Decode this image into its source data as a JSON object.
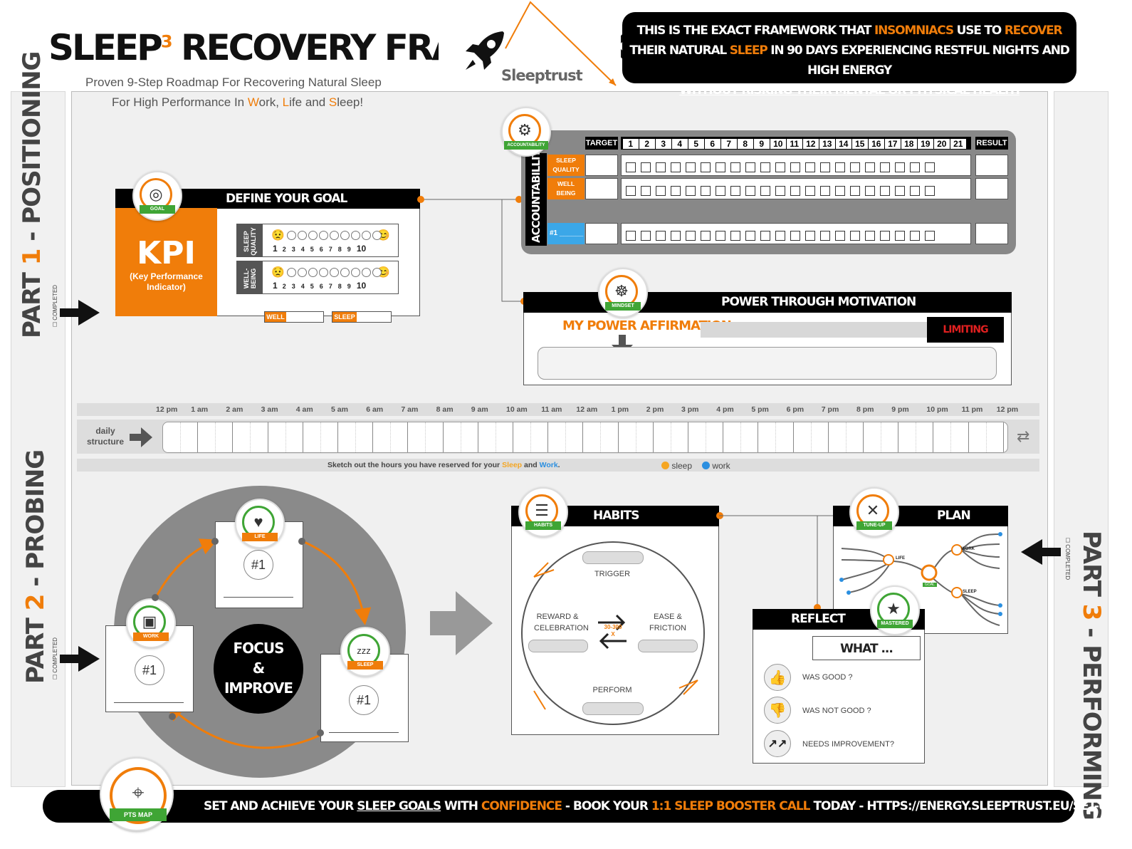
{
  "header": {
    "title_main": "SLEEP",
    "title_sup": "3",
    "title_rest": "RECOVERY FRAMEWORK",
    "subtitle_1": "Proven 9-Step Roadmap For Recovering Natural Sleep",
    "subtitle_2_a": "For High Performance In ",
    "subtitle_2_w": "W",
    "subtitle_2_b": "ork, ",
    "subtitle_2_l": "L",
    "subtitle_2_c": "ife and ",
    "subtitle_2_s": "S",
    "subtitle_2_d": "leep!",
    "logo_text": "Sleeptrust",
    "promise_l1_a": "THIS IS THE EXACT FRAMEWORK THAT ",
    "promise_l1_b": "INSOMNIACS",
    "promise_l1_c": " USE TO ",
    "promise_l1_d": "RECOVER",
    "promise_l2_a": "THEIR NATURAL ",
    "promise_l2_b": "SLEEP",
    "promise_l2_c": " IN 90 DAYS  EXPERIENCING RESTFUL NIGHTS AND HIGH ENERGY",
    "promise_l3": "WITHOUT RISKING THEIR MENTAL OR PHYSICAL HEALTH"
  },
  "sides": {
    "part1_a": "PART ",
    "part1_n": "1",
    "part1_b": " - POSITIONING",
    "part2_a": "PART ",
    "part2_n": "2",
    "part2_b": " - PROBING",
    "part3_a": "PART ",
    "part3_n": "3",
    "part3_b": " - PERFORMING",
    "completed": "COMPLETED"
  },
  "goal": {
    "badge": "GOAL",
    "header": "DEFINE YOUR GOAL",
    "kpi": "KPI",
    "kpi_sub": "(Key Performance Indicator)",
    "row1_label": "SLEEP QUALITY",
    "row2_label": "WELL-BEING",
    "scale": [
      "1",
      "2",
      "3",
      "4",
      "5",
      "6",
      "7",
      "8",
      "9",
      "10"
    ],
    "well_tag": "WELL",
    "sleep_tag": "SLEEP"
  },
  "accountability": {
    "badge": "ACCOUNTABILITY",
    "side_label": "ACCOUNTABILLITY",
    "target": "TARGET",
    "result": "RESULT",
    "days": [
      "1",
      "2",
      "3",
      "4",
      "5",
      "6",
      "7",
      "8",
      "9",
      "10",
      "11",
      "12",
      "13",
      "14",
      "15",
      "16",
      "17",
      "18",
      "19",
      "20",
      "21"
    ],
    "row1": "SLEEP QUALITY",
    "row2": "WELL BEING",
    "row3": "#1 ______"
  },
  "motivation": {
    "badge": "MINDSET",
    "header": "POWER THROUGH MOTIVATION",
    "affirmation": "MY POWER AFFIRMATION",
    "limiting": "LIMITING BELIEF"
  },
  "daily": {
    "label": "daily structure",
    "hours": [
      "12 pm",
      "1 am",
      "2 am",
      "3 am",
      "4 am",
      "5 am",
      "6 am",
      "7 am",
      "8 am",
      "9 am",
      "10 am",
      "11 am",
      "12 am",
      "1 pm",
      "2 pm",
      "3 pm",
      "4 pm",
      "5 pm",
      "6 pm",
      "7 pm",
      "8 pm",
      "9 pm",
      "10 pm",
      "11 pm",
      "12 pm"
    ],
    "note_a": "Sketch out the hours you have reserved for your ",
    "note_sleep": "Sleep",
    "note_b": " and ",
    "note_work": "Work",
    "note_c": ".",
    "legend_sleep": "sleep",
    "legend_work": "work",
    "sleep_color": "#f5a623",
    "work_color": "#2b8fe0"
  },
  "focus": {
    "center_1": "FOCUS",
    "center_2": "&",
    "center_3": "IMPROVE",
    "life": "LIFE",
    "work": "WORK",
    "sleep": "SLEEP",
    "num": "#1"
  },
  "habits": {
    "badge": "HABITS",
    "header": "HABITS",
    "trigger": "TRIGGER",
    "reward": "REWARD & CELEBRATION",
    "ease": "EASE & FRICTION",
    "perform": "PERFORM",
    "loop": "30-300 X"
  },
  "plan": {
    "badge": "TUNE-UP",
    "header": "PLAN",
    "map_life": "LIFE",
    "map_work": "WORK",
    "map_sleep": "SLEEP",
    "map_goal": "GOAL"
  },
  "reflect": {
    "badge": "MASTERED",
    "header": "REFLECT",
    "what": "WHAT ...",
    "good": "WAS GOOD ?",
    "notgood": "WAS NOT GOOD ?",
    "improve": "NEEDS IMPROVEMENT?"
  },
  "footer": {
    "badge": "PTS MAP",
    "a": "SET AND ACHIEVE YOUR ",
    "b": "SLEEP GOALS",
    "c": " WITH ",
    "d": "CONFIDENCE",
    "e": " - BOOK YOUR ",
    "f": "1:1 SLEEP BOOSTER CALL",
    "g": " TODAY   -   HTTPS://ENERGY.SLEEPTRUST.EU/SET-UP-CALL"
  }
}
